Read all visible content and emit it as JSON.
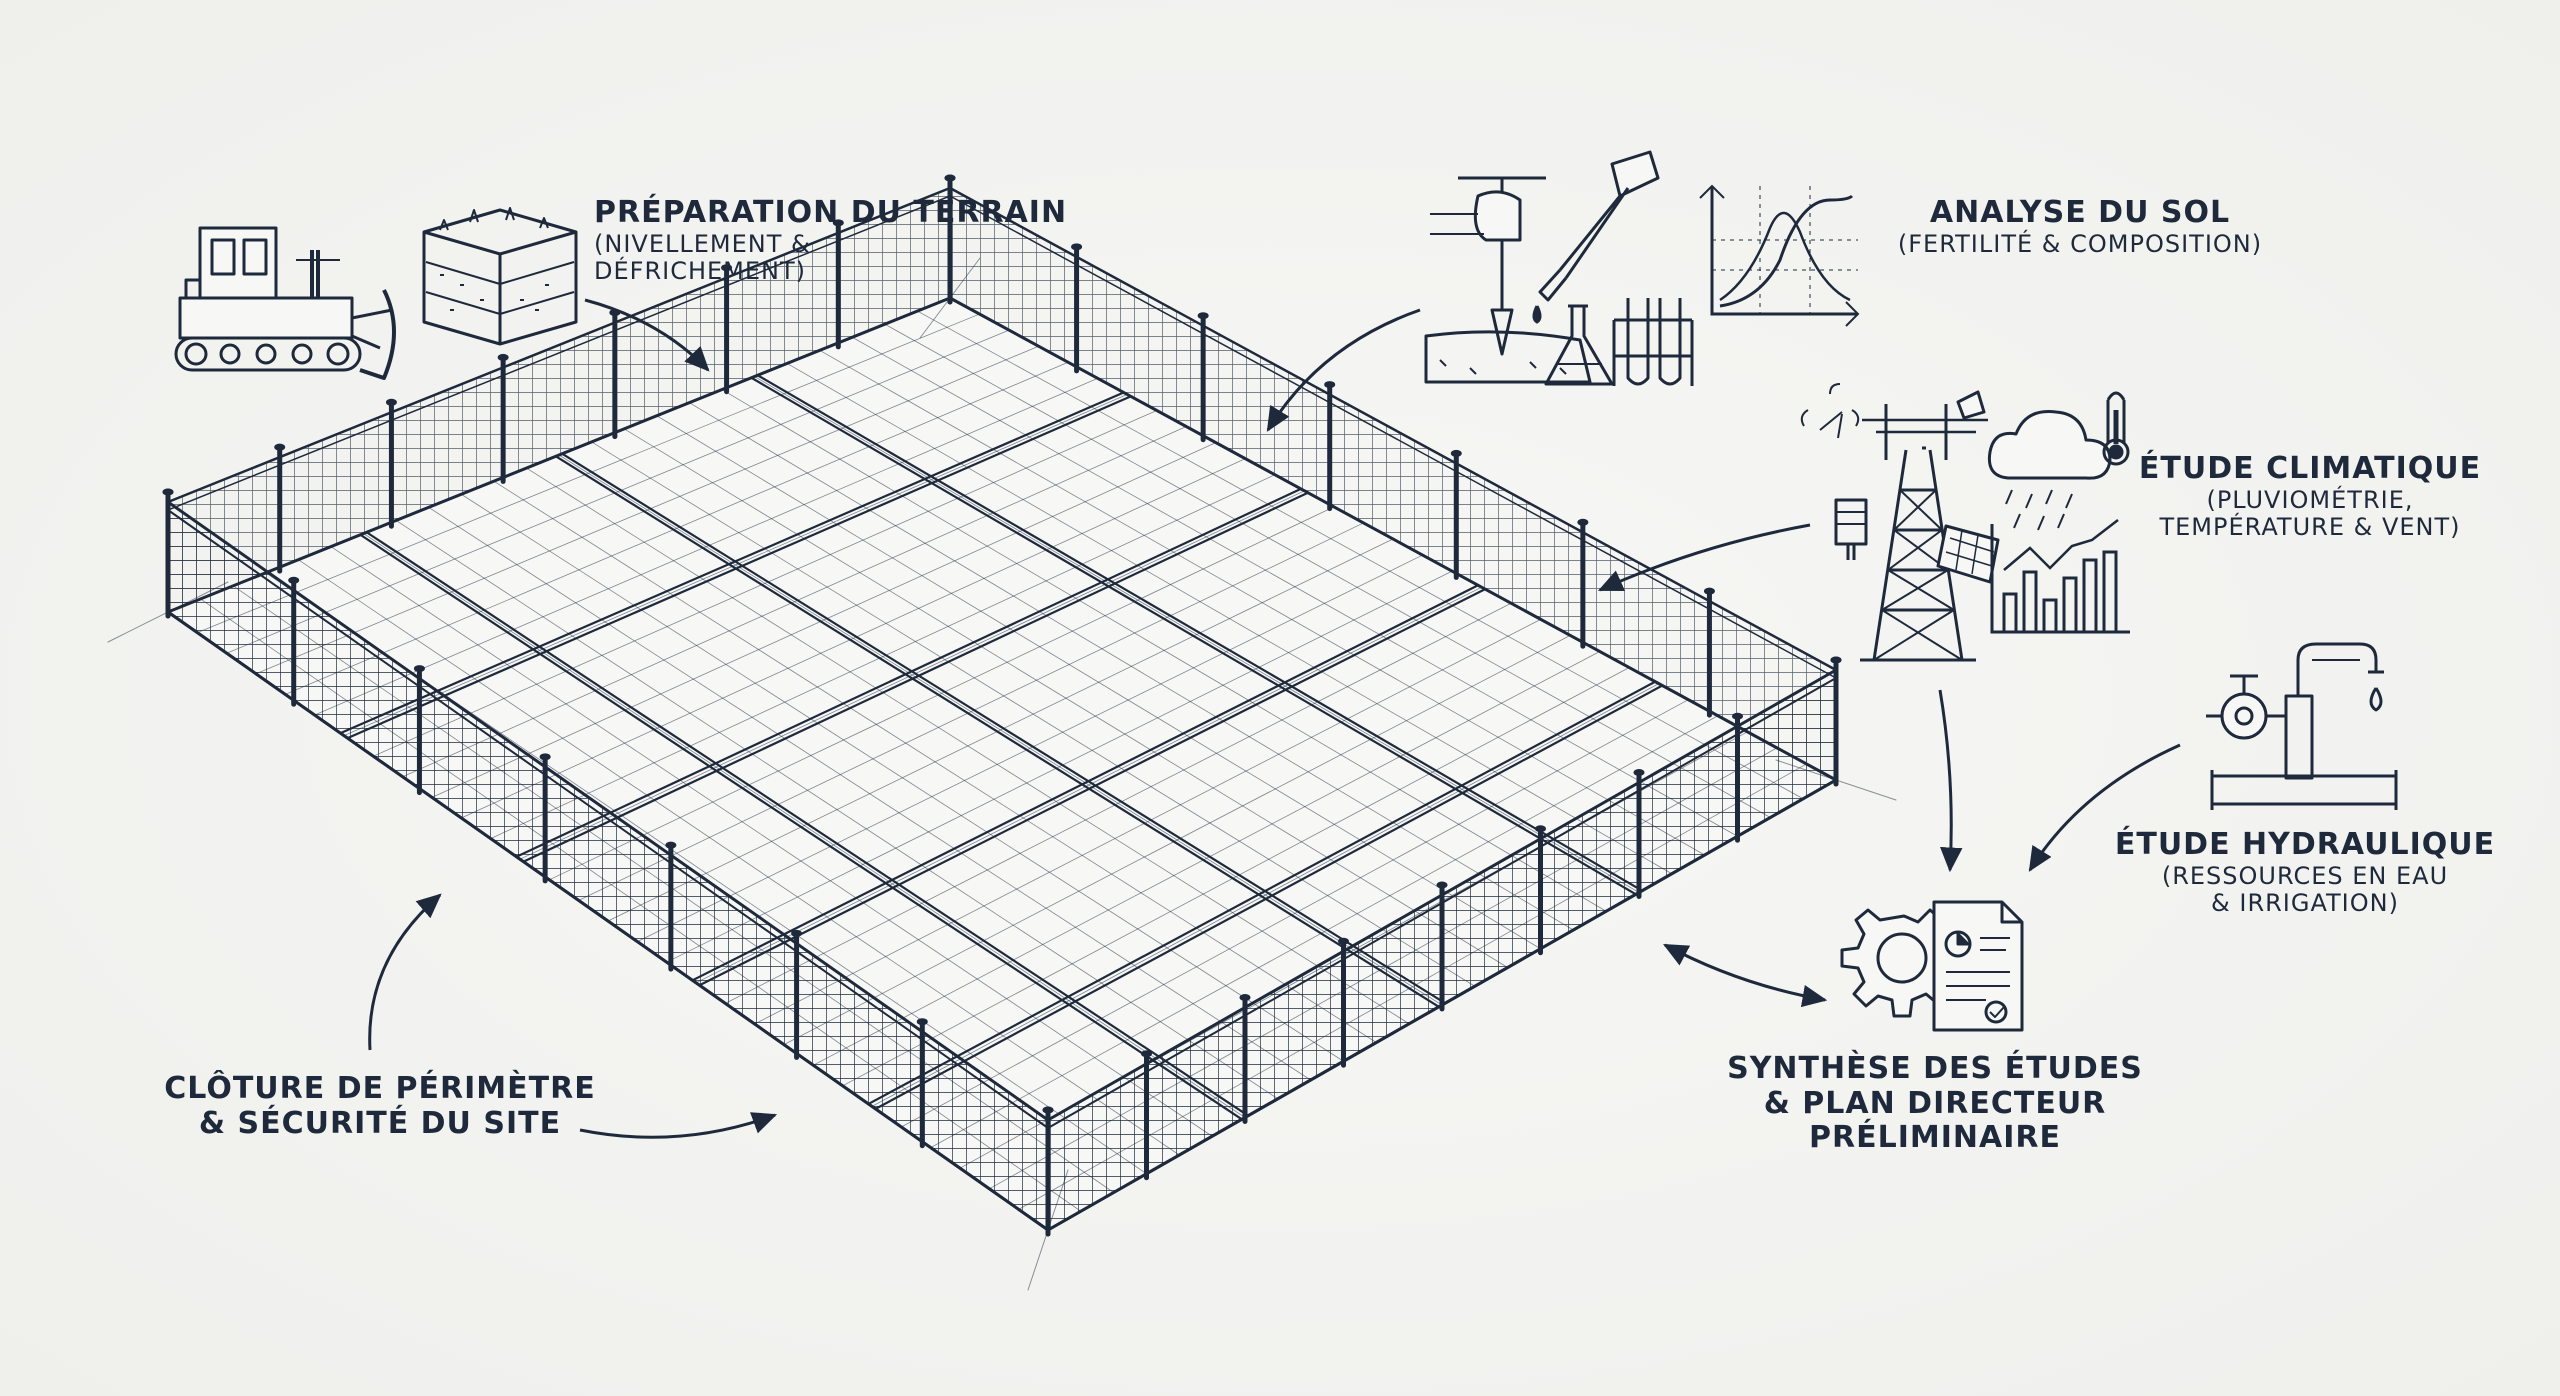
{
  "labels": {
    "terrain": {
      "title": "Préparation du terrain",
      "sub": "(Nivellement &",
      "sub2": "défrichement)"
    },
    "sol": {
      "title": "Analyse du sol",
      "sub": "(Fertilité & composition)"
    },
    "climat": {
      "title": "Étude climatique",
      "sub": "(Pluviométrie,",
      "sub2": "température & vent)"
    },
    "hydro": {
      "title": "Étude hydraulique",
      "sub": "(Ressources en eau",
      "sub2": "& irrigation)"
    },
    "cloture": {
      "title": "Clôture de périmètre",
      "title2": "& sécurité du site"
    },
    "synthese": {
      "title": "Synthèse des études",
      "title2": "& plan directeur",
      "title3": "préliminaire"
    }
  },
  "colors": {
    "ink": "#1e2a3c",
    "paper": "#f3f3f1"
  },
  "icons": [
    "bulldozer-icon",
    "soil-layers-icon",
    "soil-auger-icon",
    "pipette-icon",
    "flask-icon",
    "test-tubes-icon",
    "growth-curve-chart-icon",
    "weather-station-icon",
    "cloud-rain-icon",
    "thermometer-icon",
    "bar-chart-icon",
    "water-pipe-faucet-icon",
    "gear-document-icon"
  ]
}
